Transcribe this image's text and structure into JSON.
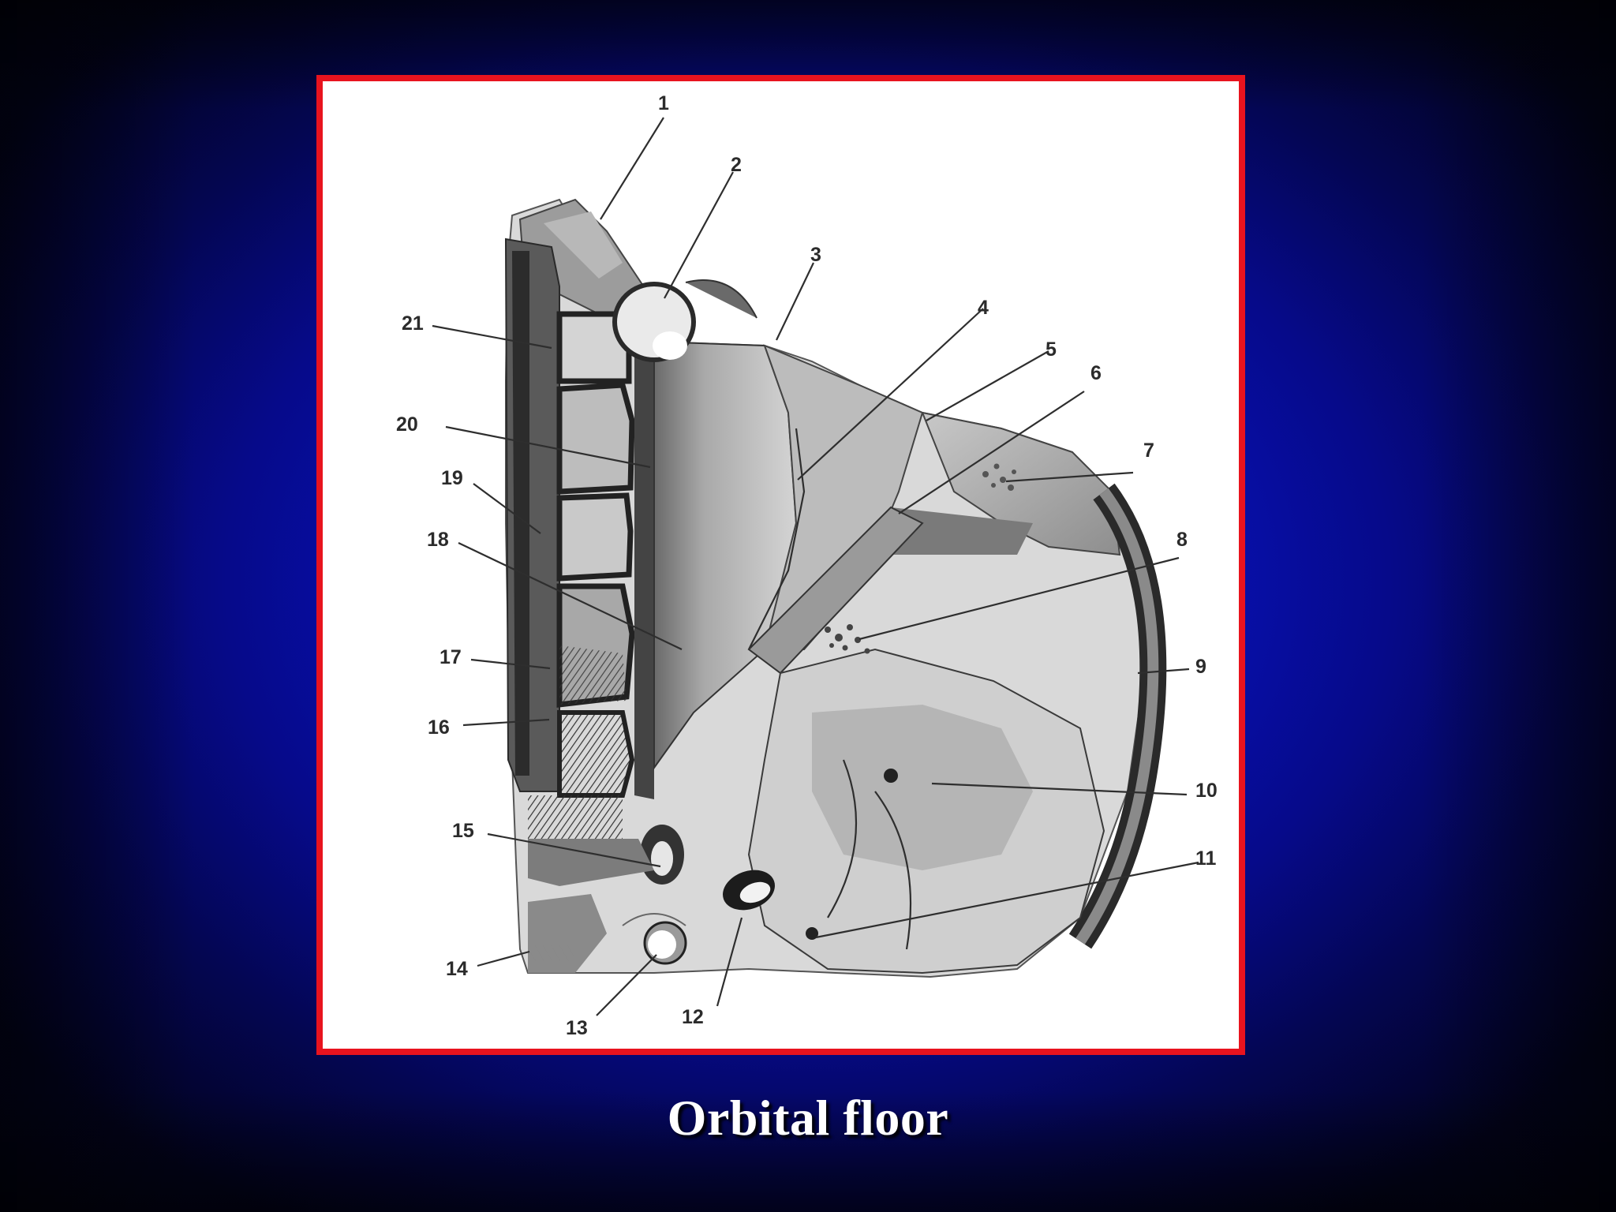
{
  "slide": {
    "caption": "Orbital floor",
    "frame_border_color": "#e8131e",
    "background_color": "#0810b0"
  },
  "figure": {
    "callouts": [
      "1",
      "2",
      "3",
      "4",
      "5",
      "6",
      "7",
      "8",
      "9",
      "10",
      "11",
      "12",
      "13",
      "14",
      "15",
      "16",
      "17",
      "18",
      "19",
      "20",
      "21"
    ]
  }
}
